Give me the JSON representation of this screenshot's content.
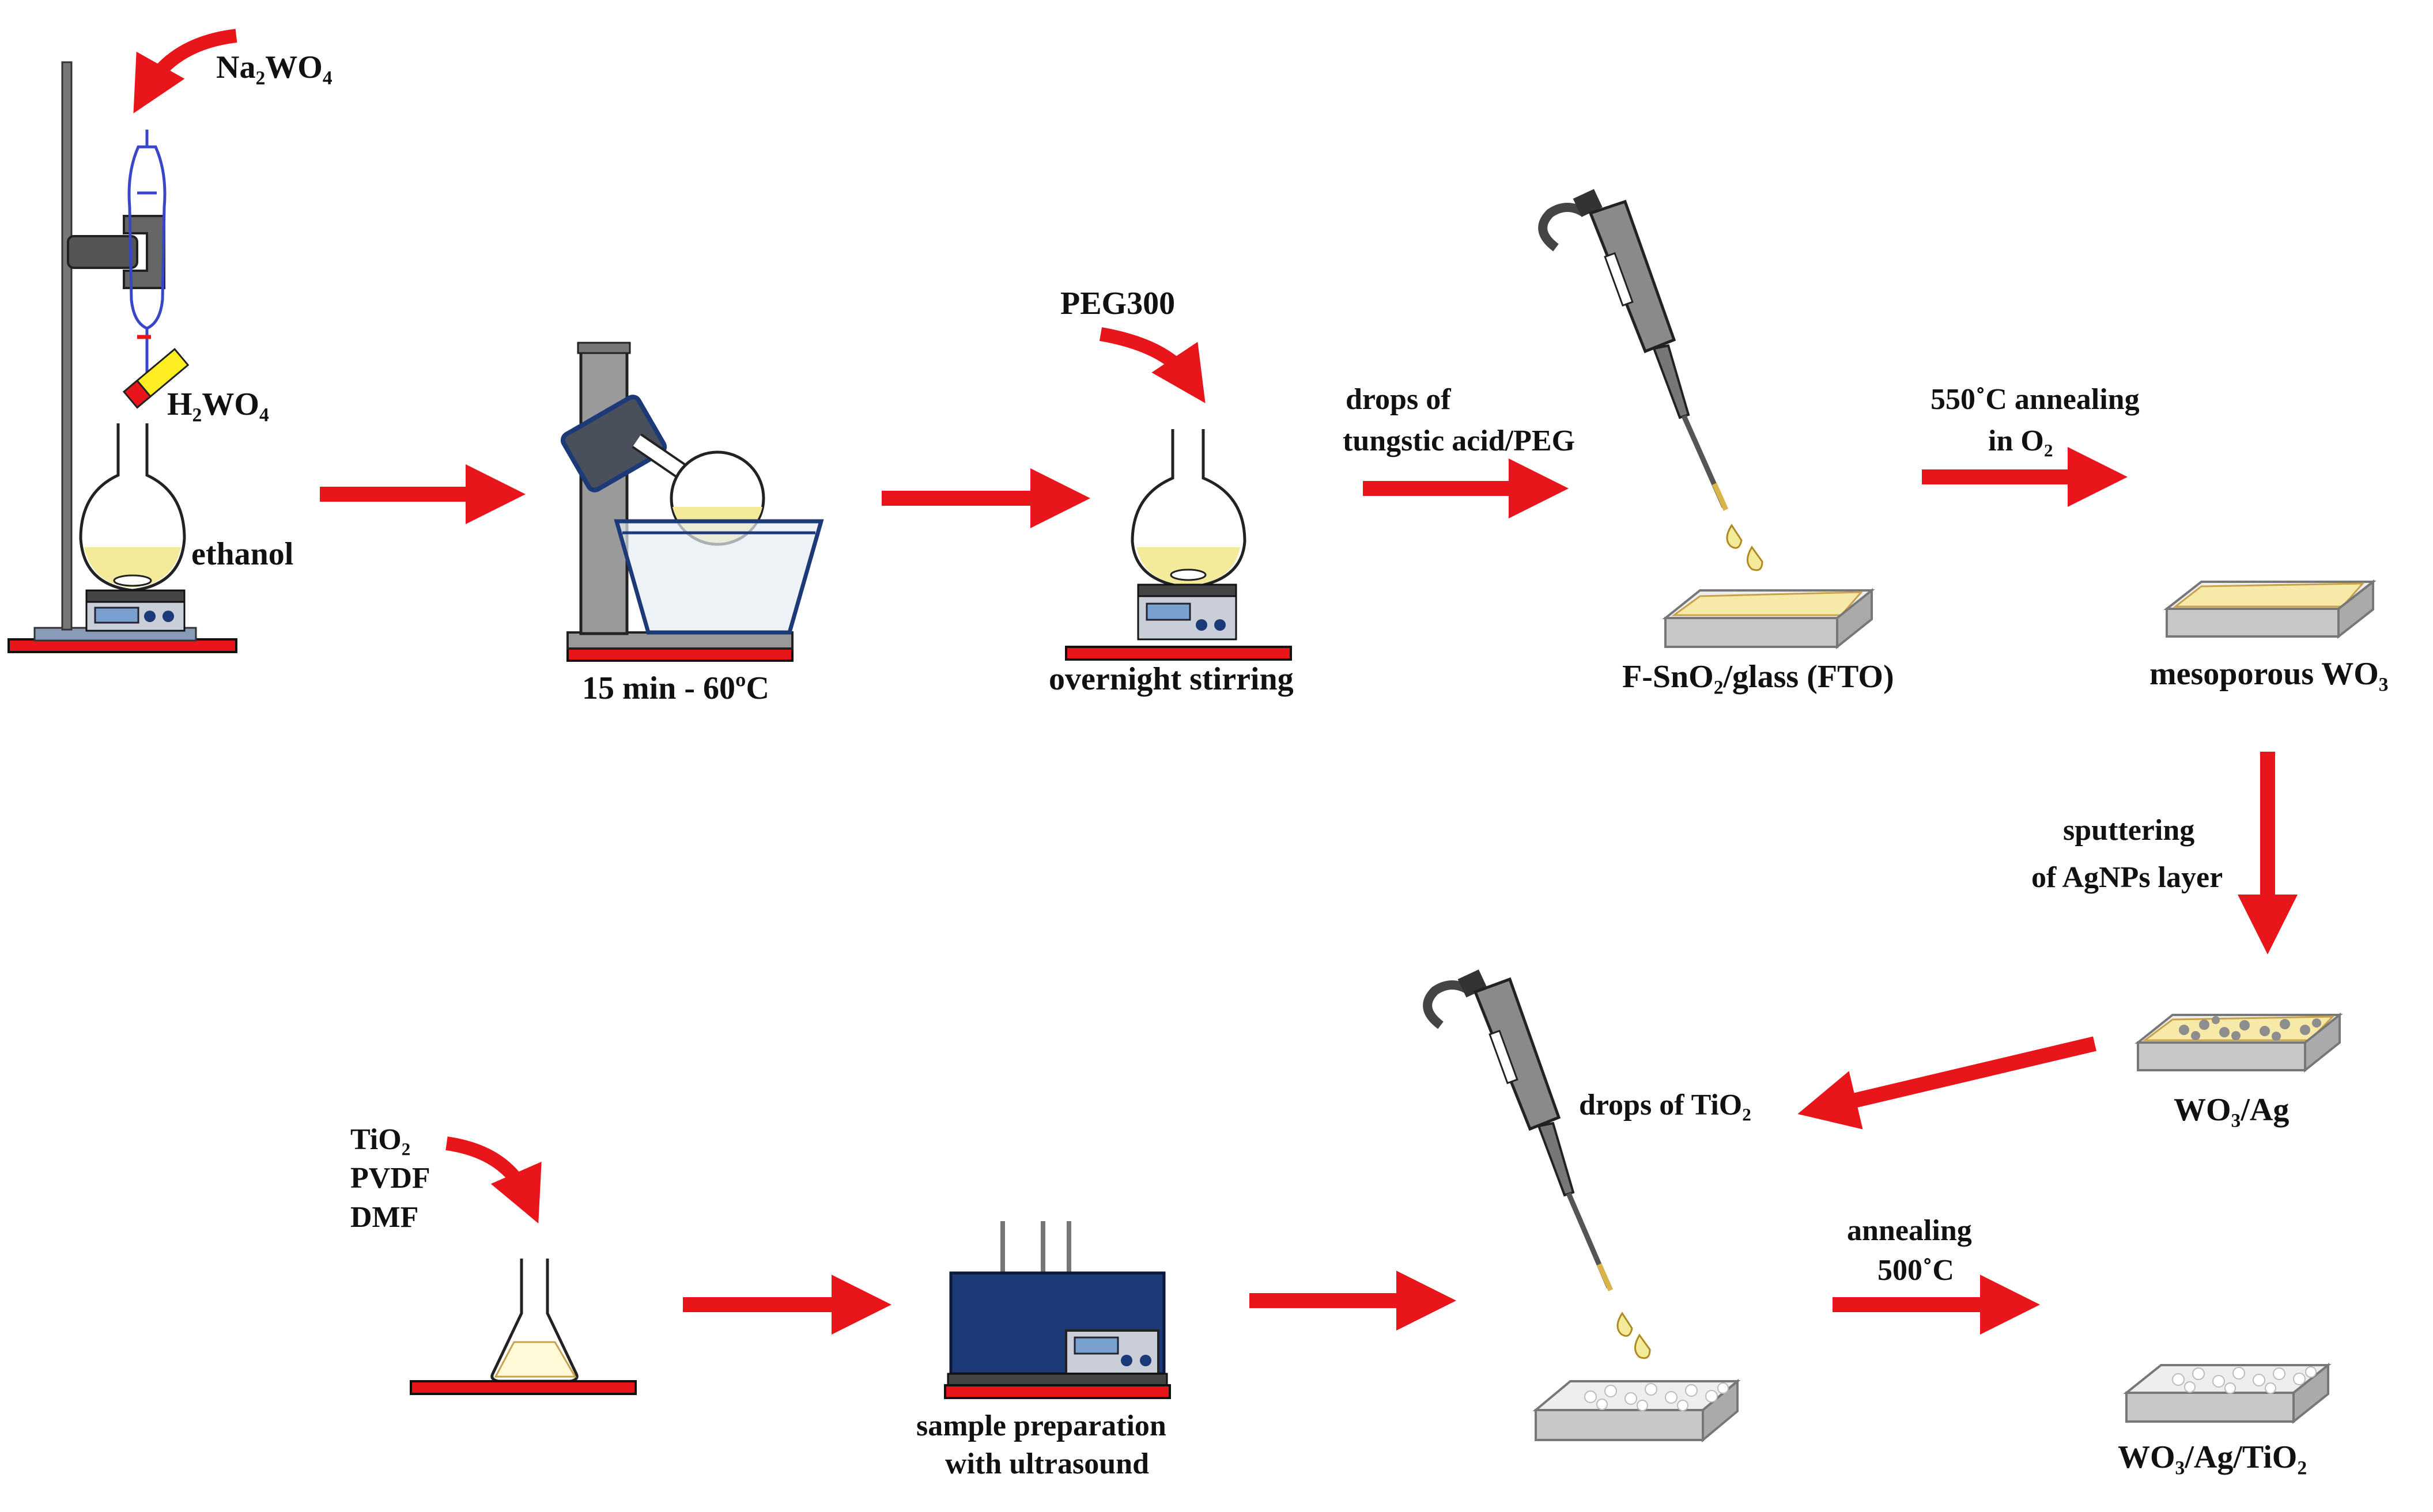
{
  "labels": {
    "na2wo4": "Na₂WO₄",
    "h2wo4": "H₂WO₄",
    "ethanol": "ethanol",
    "step_15min": "15 min - 60ºC",
    "peg300": "PEG300",
    "overnight": "overnight stirring",
    "drops_line1": "drops of",
    "drops_line2": "tungstic acid/PEG",
    "fto": "F-SnO₂/glass (FTO)",
    "anneal550_line1": "550˚C annealing",
    "anneal550_line2": "in O₂",
    "mesoporous": "mesoporous WO₃",
    "sputter_line1": "sputtering",
    "sputter_line2": "of AgNPs layer",
    "wo3ag": "WO₃/Ag",
    "drops_tio2": "drops of TiO₂",
    "tio2": "TiO₂",
    "pvdf": "PVDF",
    "dmf": "DMF",
    "ultra_line1": "sample preparation",
    "ultra_line2": "with ultrasound",
    "anneal500_line1": "annealing",
    "anneal500_line2": "500˚C",
    "final": "WO₃/Ag/TiO₂"
  },
  "colors": {
    "arrow": "#e8151b",
    "solution": "#f3eb9a",
    "blue_unit": "#1d3a78",
    "steel": "#8c8c8c"
  }
}
